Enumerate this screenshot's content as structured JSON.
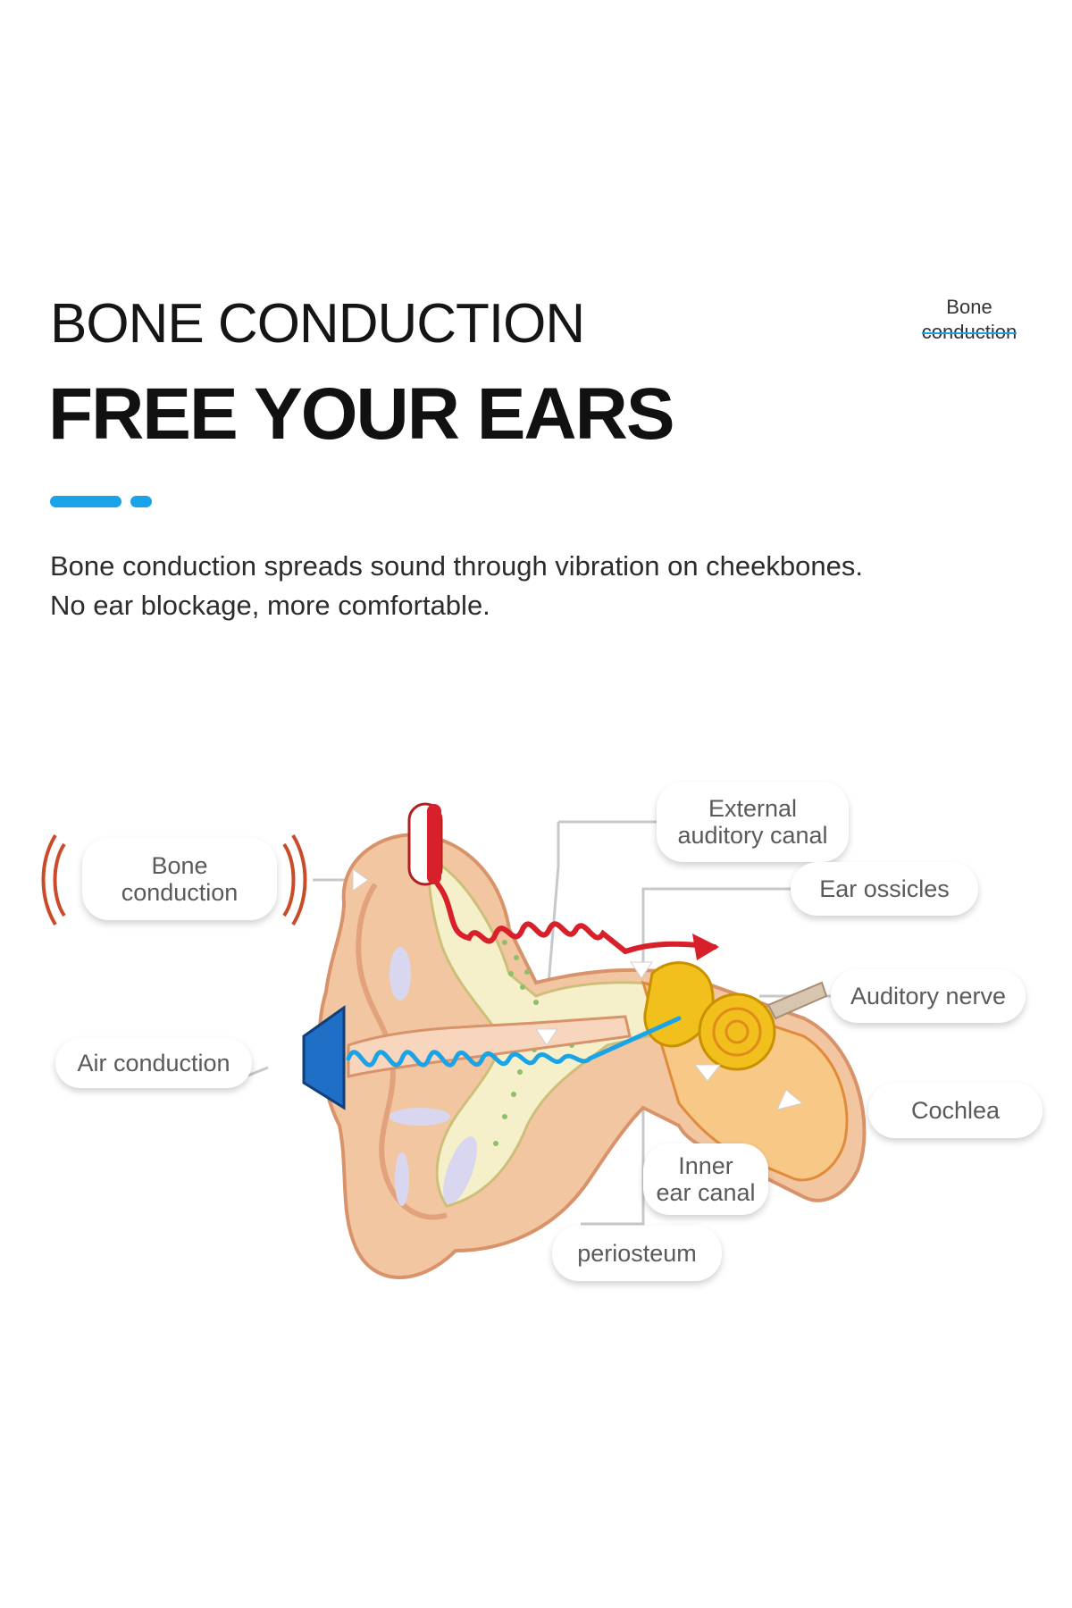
{
  "header": {
    "title_line1": "BONE CONDUCTION",
    "title_line2": "FREE YOUR EARS",
    "description_line1": "Bone conduction spreads sound through vibration on cheekbones.",
    "description_line2": "No ear blockage, more comfortable."
  },
  "logo": {
    "line1": "Bone",
    "line2": "conduction"
  },
  "colors": {
    "accent": "#1aa3e6",
    "bone_wave": "#d8202a",
    "air_wave": "#1aa3e6",
    "skin": "#f3c6a2",
    "bone": "#f5f0c9"
  },
  "labels": {
    "bone_conduction_line1": "Bone",
    "bone_conduction_line2": "conduction",
    "air_conduction": "Air conduction",
    "external_canal_line1": "External",
    "external_canal_line2": "auditory canal",
    "ear_ossicles": "Ear ossicles",
    "auditory_nerve": "Auditory nerve",
    "cochlea": "Cochlea",
    "inner_canal_line1": "Inner",
    "inner_canal_line2": "ear canal",
    "periosteum": "periosteum"
  }
}
